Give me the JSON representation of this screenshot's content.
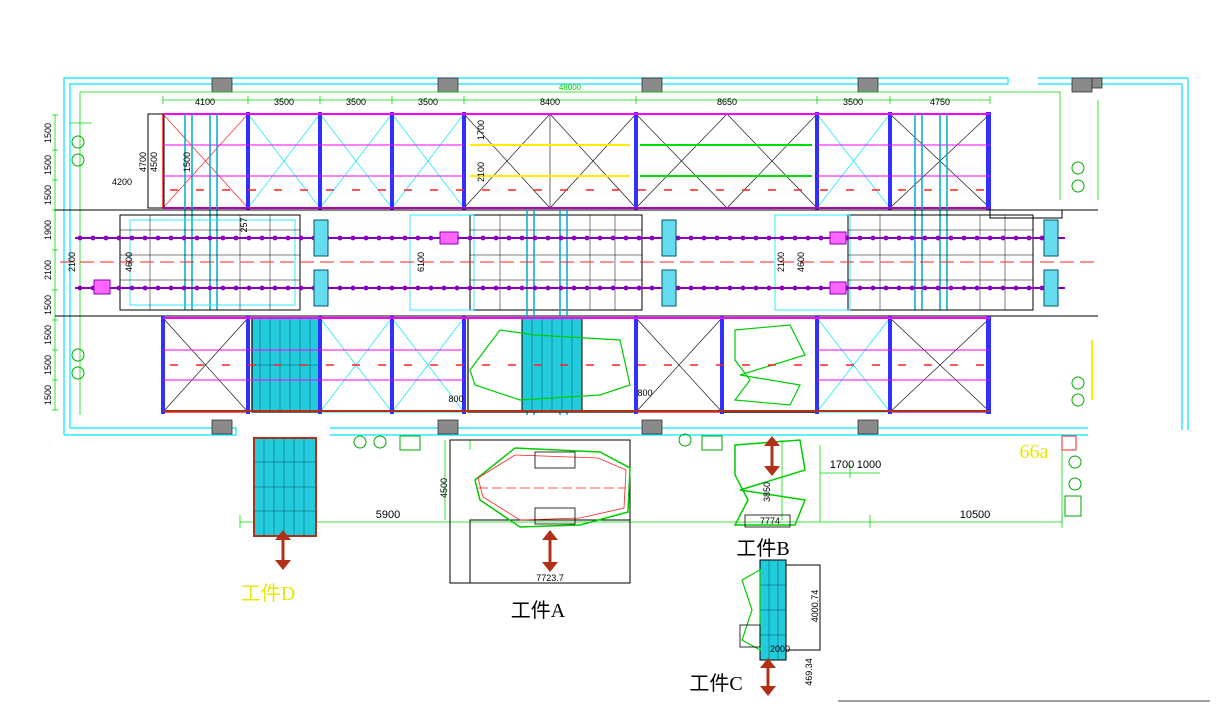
{
  "colors": {
    "cyan": "#00e5ff",
    "green": "#00dd00",
    "red": "#ff2020",
    "blue": "#3030ff",
    "magenta": "#ff00ff",
    "yellow": "#ffff00",
    "gray": "#707070",
    "black": "#000000",
    "brown": "#b03018",
    "teal": "#00aacc"
  },
  "labels": {
    "workpiece_a": "工件A",
    "workpiece_b": "工件B",
    "workpiece_c": "工件C",
    "workpiece_d": "工件D",
    "tag_66a": "66a"
  },
  "top_dims": {
    "total": "48000",
    "segments": [
      "4100",
      "3500",
      "3500",
      "3500",
      "8400",
      "8650",
      "3500",
      "4750"
    ]
  },
  "left_dims": {
    "top_rows": [
      "1500",
      "1500",
      "1500"
    ],
    "mid_rows": [
      "1900",
      "2100",
      "1500"
    ],
    "bottom_rows": [
      "1500",
      "1500",
      "1500"
    ],
    "inner_a": "4700",
    "inner_b": "4500",
    "inner_c": "4200",
    "inner_d": "1500"
  },
  "inner_dims": {
    "bay5_a": "1700",
    "bay5_b": "2100",
    "pit1": "4600",
    "pit2": "6100",
    "pit3": "2100",
    "pit4": "4600",
    "tag_257": "257",
    "tag_800a": "800",
    "tag_800b": "800"
  },
  "bottom_dims": {
    "d1": "5900",
    "d2": "10500",
    "d3": "1700",
    "d4": "1000",
    "d5": "4500",
    "d6": "7723.7",
    "d7": "3850",
    "d8": "4000.74",
    "d9": "469.34",
    "d10": "2000",
    "d11": "7774"
  }
}
